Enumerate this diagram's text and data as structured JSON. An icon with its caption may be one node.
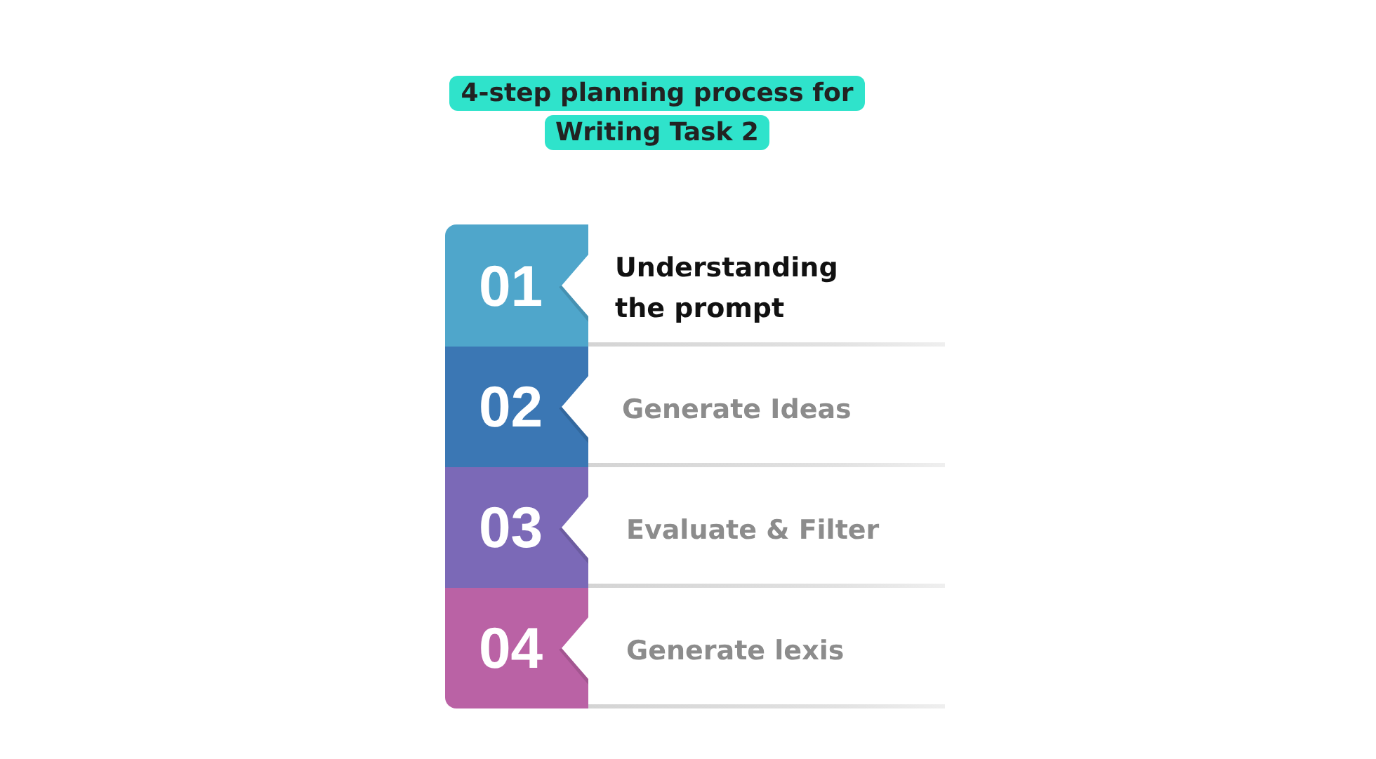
{
  "diagram": {
    "title": "4-step planning process for Writing Task 2",
    "nodes": [
      {
        "text": [
          "01",
          "Understanding the prompt"
        ]
      },
      {
        "text": [
          "02",
          "Generate Ideas"
        ]
      },
      {
        "text": [
          "03",
          "Evaluate & Filter"
        ]
      },
      {
        "text": [
          "04",
          "Generate lexis"
        ]
      }
    ]
  }
}
